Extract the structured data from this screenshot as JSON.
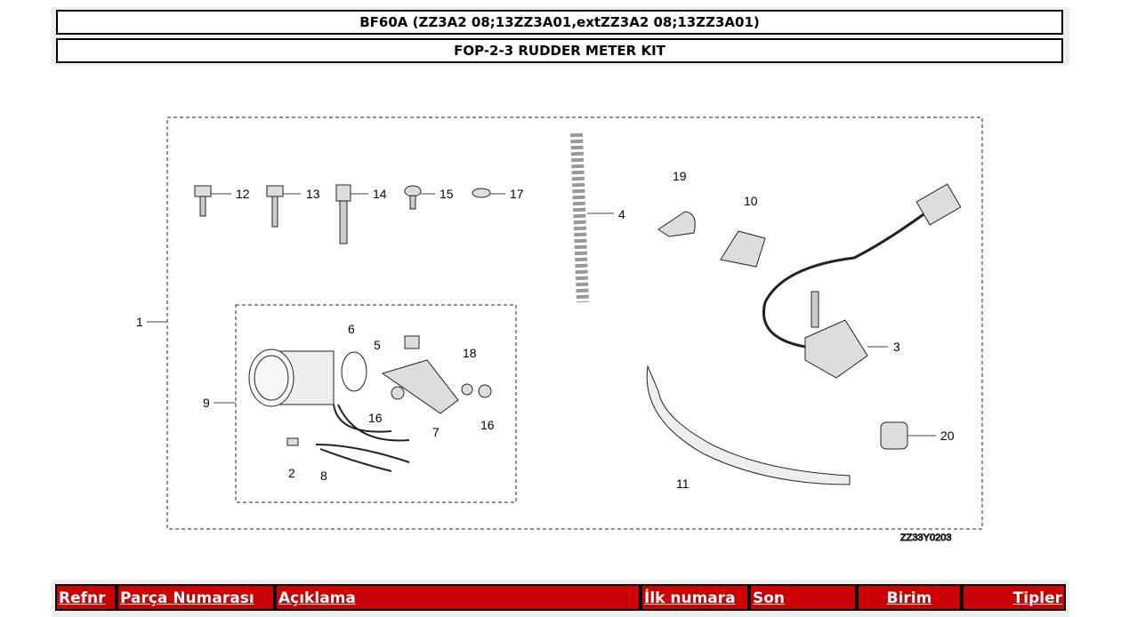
{
  "header": {
    "model": "BF60A (ZZ3A2 08;13ZZ3A01,extZZ3A2 08;13ZZ3A01)",
    "kit": "FOP-2-3 RUDDER METER KIT"
  },
  "diagram": {
    "code": "ZZ33Y0203",
    "callouts": [
      "1",
      "2",
      "3",
      "4",
      "5",
      "6",
      "7",
      "8",
      "9",
      "10",
      "11",
      "12",
      "13",
      "14",
      "15",
      "16",
      "16",
      "17",
      "18",
      "19",
      "20"
    ]
  },
  "table": {
    "columns": [
      "Refnr",
      "Parça Numarası",
      "Açıklama",
      "İlk numara",
      "Son",
      "Birim",
      "Tipler"
    ]
  }
}
